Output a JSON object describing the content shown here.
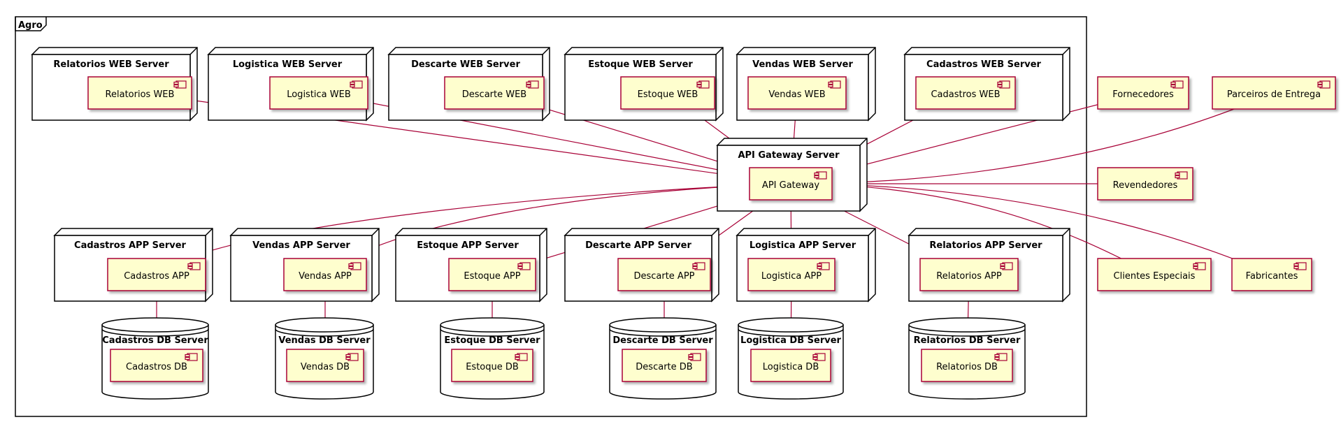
{
  "package": {
    "title": "Agro"
  },
  "colors": {
    "component_fill": "#FEFECE",
    "component_border": "#A80036",
    "edge": "#A80036",
    "node_border": "#000000",
    "shadow": "#C0C0C0"
  },
  "web_servers": [
    {
      "id": "relatorios_web",
      "node": "Relatorios WEB Server",
      "component": "Relatorios WEB"
    },
    {
      "id": "logistica_web",
      "node": "Logistica WEB Server",
      "component": "Logistica WEB"
    },
    {
      "id": "descarte_web",
      "node": "Descarte WEB Server",
      "component": "Descarte WEB"
    },
    {
      "id": "estoque_web",
      "node": "Estoque WEB Server",
      "component": "Estoque WEB"
    },
    {
      "id": "vendas_web",
      "node": "Vendas WEB Server",
      "component": "Vendas WEB"
    },
    {
      "id": "cadastros_web",
      "node": "Cadastros WEB Server",
      "component": "Cadastros WEB"
    }
  ],
  "gateway": {
    "id": "gateway",
    "node": "API Gateway Server",
    "component": "API Gateway"
  },
  "app_servers": [
    {
      "id": "cadastros_app",
      "node": "Cadastros APP Server",
      "component": "Cadastros APP"
    },
    {
      "id": "vendas_app",
      "node": "Vendas APP Server",
      "component": "Vendas APP"
    },
    {
      "id": "estoque_app",
      "node": "Estoque APP Server",
      "component": "Estoque APP"
    },
    {
      "id": "descarte_app",
      "node": "Descarte APP Server",
      "component": "Descarte APP"
    },
    {
      "id": "logistica_app",
      "node": "Logistica APP Server",
      "component": "Logistica APP"
    },
    {
      "id": "relatorios_app",
      "node": "Relatorios APP Server",
      "component": "Relatorios APP"
    }
  ],
  "db_servers": [
    {
      "id": "cadastros_db",
      "node": "Cadastros DB Server",
      "component": "Cadastros DB"
    },
    {
      "id": "vendas_db",
      "node": "Vendas DB Server",
      "component": "Vendas DB"
    },
    {
      "id": "estoque_db",
      "node": "Estoque DB Server",
      "component": "Estoque DB"
    },
    {
      "id": "descarte_db",
      "node": "Descarte DB Server",
      "component": "Descarte DB"
    },
    {
      "id": "logistica_db",
      "node": "Logistica DB Server",
      "component": "Logistica DB"
    },
    {
      "id": "relatorios_db",
      "node": "Relatorios DB Server",
      "component": "Relatorios DB"
    }
  ],
  "externals": [
    {
      "id": "fornecedores",
      "component": "Fornecedores"
    },
    {
      "id": "parceiros",
      "component": "Parceiros de Entrega"
    },
    {
      "id": "revendedores",
      "component": "Revendedores"
    },
    {
      "id": "clientes",
      "component": "Clientes Especiais"
    },
    {
      "id": "fabricantes",
      "component": "Fabricantes"
    }
  ],
  "connections": [
    [
      "relatorios_web",
      "gateway"
    ],
    [
      "logistica_web",
      "gateway"
    ],
    [
      "descarte_web",
      "gateway"
    ],
    [
      "estoque_web",
      "gateway"
    ],
    [
      "vendas_web",
      "gateway"
    ],
    [
      "cadastros_web",
      "gateway"
    ],
    [
      "fornecedores",
      "gateway"
    ],
    [
      "parceiros",
      "gateway"
    ],
    [
      "revendedores",
      "gateway"
    ],
    [
      "clientes",
      "gateway"
    ],
    [
      "fabricantes",
      "gateway"
    ],
    [
      "gateway",
      "cadastros_app"
    ],
    [
      "gateway",
      "vendas_app"
    ],
    [
      "gateway",
      "estoque_app"
    ],
    [
      "gateway",
      "descarte_app"
    ],
    [
      "gateway",
      "logistica_app"
    ],
    [
      "gateway",
      "relatorios_app"
    ],
    [
      "cadastros_app",
      "cadastros_db"
    ],
    [
      "vendas_app",
      "vendas_db"
    ],
    [
      "estoque_app",
      "estoque_db"
    ],
    [
      "descarte_app",
      "descarte_db"
    ],
    [
      "logistica_app",
      "logistica_db"
    ],
    [
      "relatorios_app",
      "relatorios_db"
    ]
  ]
}
